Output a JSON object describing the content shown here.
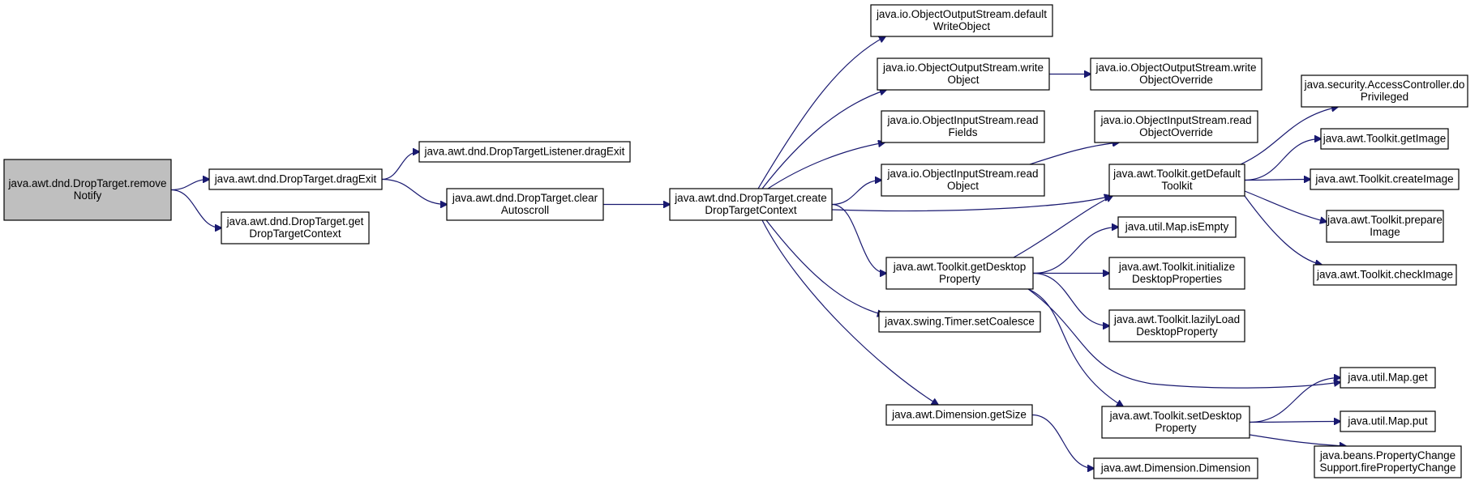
{
  "colors": {
    "edge": "#191970",
    "root_fill": "#bfbfbf",
    "node_fill": "#ffffff",
    "border": "#000000"
  },
  "nodes": [
    {
      "id": "root",
      "lines": [
        "java.awt.dnd.DropTarget.remove",
        "Notify"
      ],
      "highlight": true
    },
    {
      "id": "dragExit",
      "lines": [
        "java.awt.dnd.DropTarget.dragExit"
      ]
    },
    {
      "id": "getDTC",
      "lines": [
        "java.awt.dnd.DropTarget.get",
        "DropTargetContext"
      ]
    },
    {
      "id": "listenerDragExit",
      "lines": [
        "java.awt.dnd.DropTargetListener.dragExit"
      ]
    },
    {
      "id": "clearAuto",
      "lines": [
        "java.awt.dnd.DropTarget.clear",
        "Autoscroll"
      ]
    },
    {
      "id": "createDTC",
      "lines": [
        "java.awt.dnd.DropTarget.create",
        "DropTargetContext"
      ]
    },
    {
      "id": "oosDefault",
      "lines": [
        "java.io.ObjectOutputStream.default",
        "WriteObject"
      ]
    },
    {
      "id": "oosWrite",
      "lines": [
        "java.io.ObjectOutputStream.write",
        "Object"
      ]
    },
    {
      "id": "oosWriteOverride",
      "lines": [
        "java.io.ObjectOutputStream.write",
        "ObjectOverride"
      ]
    },
    {
      "id": "oisReadFields",
      "lines": [
        "java.io.ObjectInputStream.read",
        "Fields"
      ]
    },
    {
      "id": "oisReadOverride",
      "lines": [
        "java.io.ObjectInputStream.read",
        "ObjectOverride"
      ]
    },
    {
      "id": "oisRead",
      "lines": [
        "java.io.ObjectInputStream.read",
        "Object"
      ]
    },
    {
      "id": "tkDefault",
      "lines": [
        "java.awt.Toolkit.getDefault",
        "Toolkit"
      ]
    },
    {
      "id": "doPriv",
      "lines": [
        "java.security.AccessController.do",
        "Privileged"
      ]
    },
    {
      "id": "getImage",
      "lines": [
        "java.awt.Toolkit.getImage"
      ]
    },
    {
      "id": "createImage",
      "lines": [
        "java.awt.Toolkit.createImage"
      ]
    },
    {
      "id": "prepareImage",
      "lines": [
        "java.awt.Toolkit.prepare",
        "Image"
      ]
    },
    {
      "id": "checkImage",
      "lines": [
        "java.awt.Toolkit.checkImage"
      ]
    },
    {
      "id": "getDesktopProp",
      "lines": [
        "java.awt.Toolkit.getDesktop",
        "Property"
      ]
    },
    {
      "id": "mapIsEmpty",
      "lines": [
        "java.util.Map.isEmpty"
      ]
    },
    {
      "id": "initDesktop",
      "lines": [
        "java.awt.Toolkit.initialize",
        "DesktopProperties"
      ]
    },
    {
      "id": "lazilyLoad",
      "lines": [
        "java.awt.Toolkit.lazilyLoad",
        "DesktopProperty"
      ]
    },
    {
      "id": "setCoalesce",
      "lines": [
        "javax.swing.Timer.setCoalesce"
      ]
    },
    {
      "id": "dimGetSize",
      "lines": [
        "java.awt.Dimension.getSize"
      ]
    },
    {
      "id": "dimDimension",
      "lines": [
        "java.awt.Dimension.Dimension"
      ]
    },
    {
      "id": "setDesktopProp",
      "lines": [
        "java.awt.Toolkit.setDesktop",
        "Property"
      ]
    },
    {
      "id": "mapGet",
      "lines": [
        "java.util.Map.get"
      ]
    },
    {
      "id": "mapPut",
      "lines": [
        "java.util.Map.put"
      ]
    },
    {
      "id": "firePC",
      "lines": [
        "java.beans.PropertyChange",
        "Support.firePropertyChange"
      ]
    }
  ],
  "edges": [
    {
      "from": "root",
      "to": "dragExit"
    },
    {
      "from": "root",
      "to": "getDTC"
    },
    {
      "from": "dragExit",
      "to": "listenerDragExit"
    },
    {
      "from": "dragExit",
      "to": "clearAuto"
    },
    {
      "from": "clearAuto",
      "to": "createDTC"
    },
    {
      "from": "createDTC",
      "to": "oosDefault"
    },
    {
      "from": "createDTC",
      "to": "oosWrite"
    },
    {
      "from": "createDTC",
      "to": "oisReadFields"
    },
    {
      "from": "createDTC",
      "to": "oisRead"
    },
    {
      "from": "createDTC",
      "to": "tkDefault"
    },
    {
      "from": "createDTC",
      "to": "getDesktopProp"
    },
    {
      "from": "createDTC",
      "to": "setCoalesce"
    },
    {
      "from": "createDTC",
      "to": "dimGetSize"
    },
    {
      "from": "oosWrite",
      "to": "oosWriteOverride"
    },
    {
      "from": "oisRead",
      "to": "oisReadOverride"
    },
    {
      "from": "tkDefault",
      "to": "doPriv"
    },
    {
      "from": "tkDefault",
      "to": "getImage"
    },
    {
      "from": "tkDefault",
      "to": "createImage"
    },
    {
      "from": "tkDefault",
      "to": "prepareImage"
    },
    {
      "from": "tkDefault",
      "to": "checkImage"
    },
    {
      "from": "getDesktopProp",
      "to": "tkDefault"
    },
    {
      "from": "getDesktopProp",
      "to": "mapIsEmpty"
    },
    {
      "from": "getDesktopProp",
      "to": "initDesktop"
    },
    {
      "from": "getDesktopProp",
      "to": "lazilyLoad"
    },
    {
      "from": "getDesktopProp",
      "to": "mapGet"
    },
    {
      "from": "getDesktopProp",
      "to": "setDesktopProp"
    },
    {
      "from": "dimGetSize",
      "to": "dimDimension"
    },
    {
      "from": "setDesktopProp",
      "to": "mapGet"
    },
    {
      "from": "setDesktopProp",
      "to": "mapPut"
    },
    {
      "from": "setDesktopProp",
      "to": "firePC"
    }
  ]
}
